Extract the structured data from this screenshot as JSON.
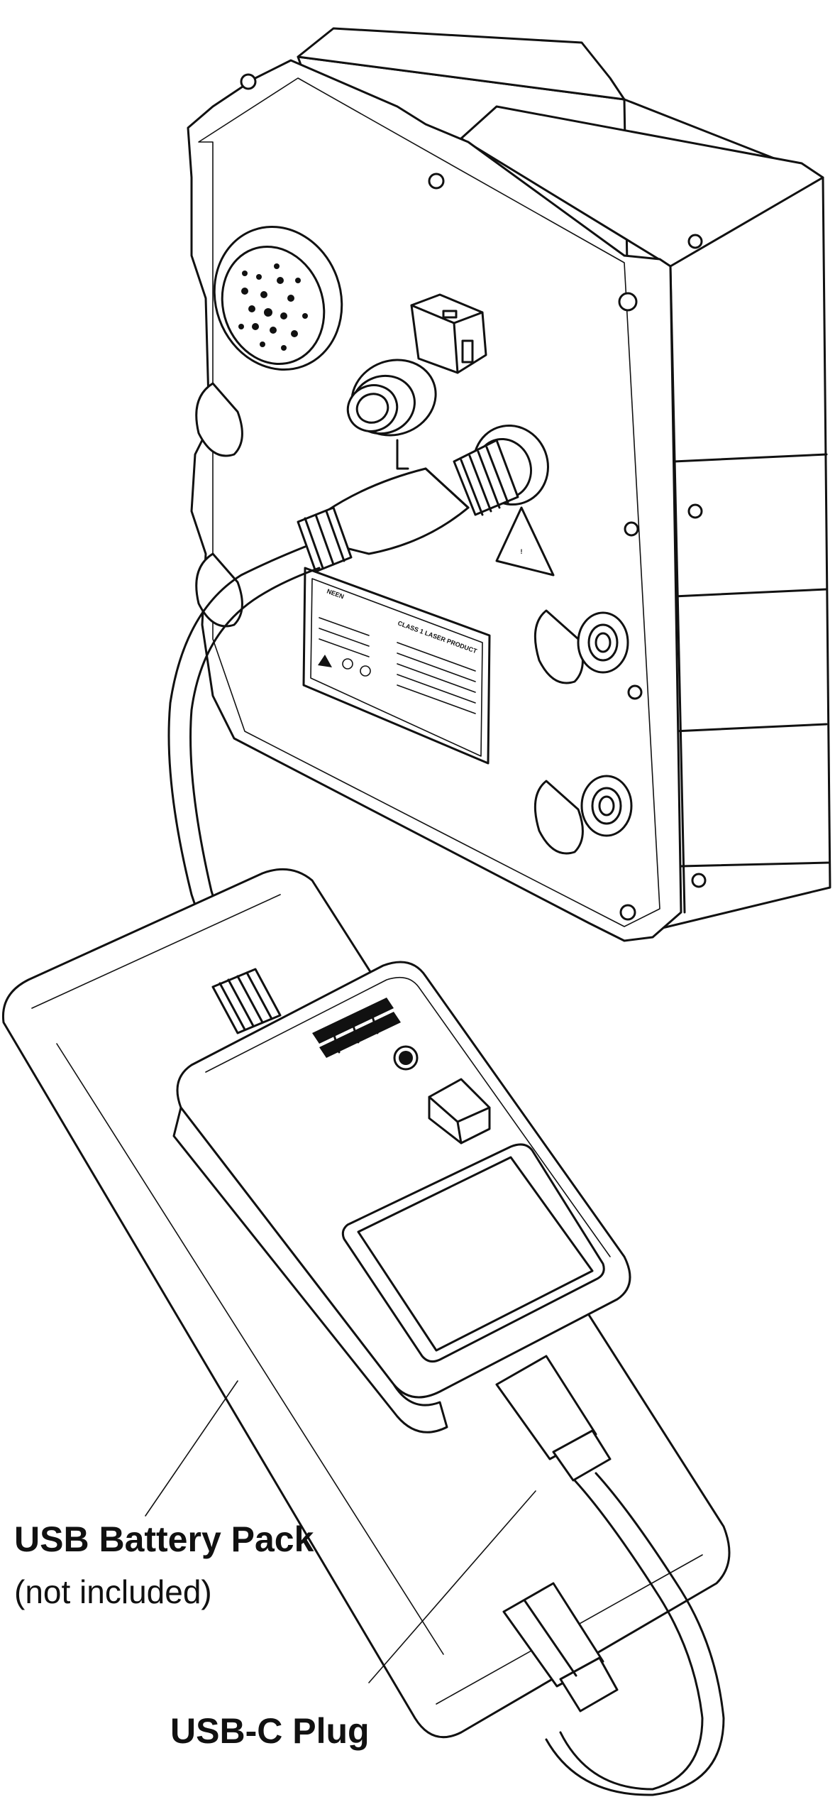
{
  "labels": {
    "battery_title": "USB Battery Pack",
    "battery_note": "(not included)",
    "usbc": "USB-C Plug"
  },
  "device": {
    "brand_mark": "NEEN",
    "plate_title": "CLASS 1 LASER PRODUCT",
    "warning": "!"
  },
  "colors": {
    "line": "#111111",
    "background": "#ffffff"
  }
}
